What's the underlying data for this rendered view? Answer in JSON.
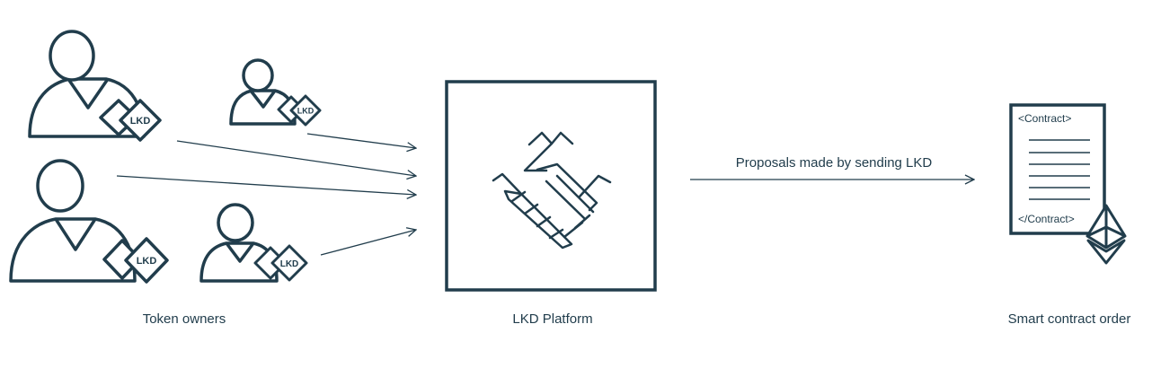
{
  "token_tag": "LKD",
  "contract": {
    "open_tag": "<Contract>",
    "close_tag": "</Contract>"
  },
  "arrow_label": "Proposals made by sending LKD",
  "captions": {
    "token_owners": "Token owners",
    "platform": "LKD Platform",
    "smart_contract": "Smart contract order"
  },
  "colors": {
    "stroke": "#213d4c",
    "background": "#ffffff"
  }
}
